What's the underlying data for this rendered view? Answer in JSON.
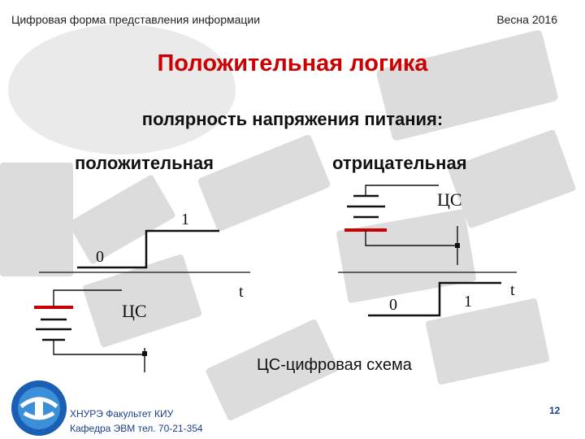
{
  "header": {
    "left": "Цифровая форма представления информации",
    "right": "Весна 2016"
  },
  "title": "Положительная логика",
  "subtitle": "полярность напряжения питания:",
  "columns": {
    "left": "положительная",
    "right": "отрицательная"
  },
  "diagram_labels": {
    "left_high": "1",
    "left_low": "0",
    "left_time": "t",
    "left_circuit": "ЦС",
    "right_circuit": "ЦС",
    "right_low": "0",
    "right_high": "1",
    "right_time": "t"
  },
  "caption": "ЦС-цифровая схема",
  "footer": {
    "line1": "ХНУРЭ Факультет КИУ",
    "line2": "Кафедра ЭВМ    тел. 70-21-354"
  },
  "page_number": "12",
  "colors": {
    "title": "#cc0000",
    "battery_positive": "#cc0000",
    "footer": "#1a3f8c"
  }
}
